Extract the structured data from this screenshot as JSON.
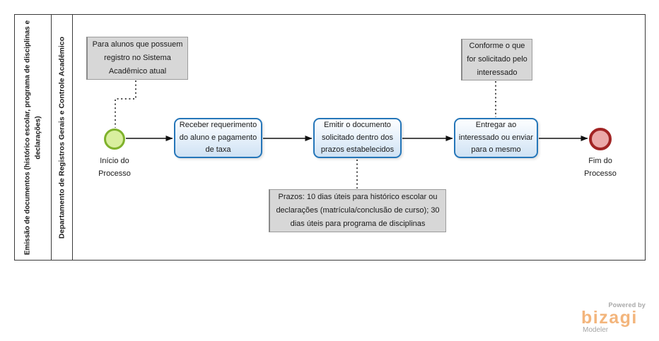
{
  "pool": {
    "title": "Emissão de documentos (histórico escolar, programa de disciplinas e declarações)",
    "lane": "Departamento de Registros Gerais e Controle Acadêmico"
  },
  "events": {
    "start": {
      "label": "Início do Processo"
    },
    "end": {
      "label": "Fim do Processo"
    }
  },
  "tasks": [
    {
      "label": "Receber requerimento do aluno e pagamento de taxa"
    },
    {
      "label": "Emitir o documento solicitado dentro dos prazos estabelecidos"
    },
    {
      "label": "Entregar ao interessado ou enviar para o mesmo"
    }
  ],
  "annotations": [
    {
      "text": "Para alunos que possuem registro no Sistema Acadêmico atual"
    },
    {
      "text": "Conforme o que for solicitado pelo interessado"
    },
    {
      "text": "Prazos: 10 dias úteis para histórico escolar ou declarações (matrícula/conclusão de curso); 30 dias úteis para programa de disciplinas"
    }
  ],
  "branding": {
    "powered_by": "Powered by",
    "brand": "bizagi",
    "product": "Modeler"
  },
  "colors": {
    "task_border": "#2576b9",
    "task_fill_bottom": "#cfe2f4",
    "start_fill": "#d9ef9f",
    "start_border": "#7fb22c",
    "end_fill": "#eba9a9",
    "end_border": "#a22424",
    "annotation_fill": "#d7d7d7",
    "pool_border": "#3a3a3a",
    "brand_orange": "#f3b57c"
  }
}
